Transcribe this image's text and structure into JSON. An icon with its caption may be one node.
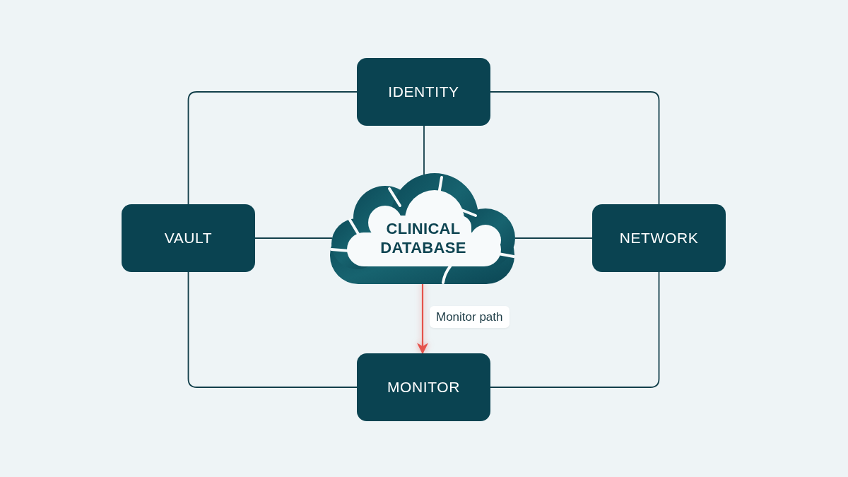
{
  "diagram": {
    "nodes": [
      {
        "text": [
          "IDENTITY"
        ]
      },
      {
        "text": [
          "VAULT"
        ]
      },
      {
        "text": [
          "CLINICAL DATABASE"
        ]
      },
      {
        "text": [
          "NETWORK"
        ]
      },
      {
        "text": [
          "MONITOR"
        ]
      }
    ],
    "edges": [
      {
        "from": 0,
        "to": 1,
        "arrow": "none"
      },
      {
        "from": 0,
        "to": 3,
        "arrow": "none"
      },
      {
        "from": 0,
        "to": 2,
        "arrow": "none"
      },
      {
        "from": 1,
        "to": 2,
        "arrow": "none"
      },
      {
        "from": 2,
        "to": 3,
        "arrow": "none"
      },
      {
        "from": 1,
        "to": 4,
        "arrow": "none"
      },
      {
        "from": 3,
        "to": 4,
        "arrow": "none"
      },
      {
        "from": 2,
        "to": 4,
        "arrow": "to",
        "label": "Monitor path",
        "color": "#e5534b"
      }
    ]
  }
}
